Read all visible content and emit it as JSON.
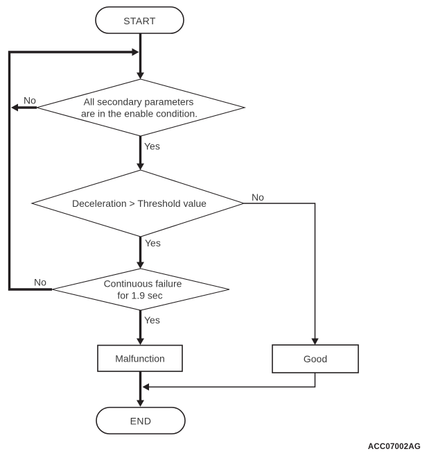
{
  "figure_code": "ACC07002AG",
  "flowchart": {
    "start": {
      "label": "START"
    },
    "decisions": {
      "enable_condition": {
        "line1": "All secondary parameters",
        "line2": "are in the enable condition.",
        "yes": "Yes",
        "no": "No"
      },
      "deceleration": {
        "label": "Deceleration > Threshold value",
        "yes": "Yes",
        "no": "No"
      },
      "continuous_failure": {
        "line1": "Continuous failure",
        "line2": "for 1.9 sec",
        "yes": "Yes",
        "no": "No"
      }
    },
    "results": {
      "malfunction": {
        "label": "Malfunction"
      },
      "good": {
        "label": "Good"
      }
    },
    "end": {
      "label": "END"
    },
    "colors": {
      "line": "#231f20",
      "text": "#3a3a3a",
      "background": "#ffffff"
    }
  }
}
